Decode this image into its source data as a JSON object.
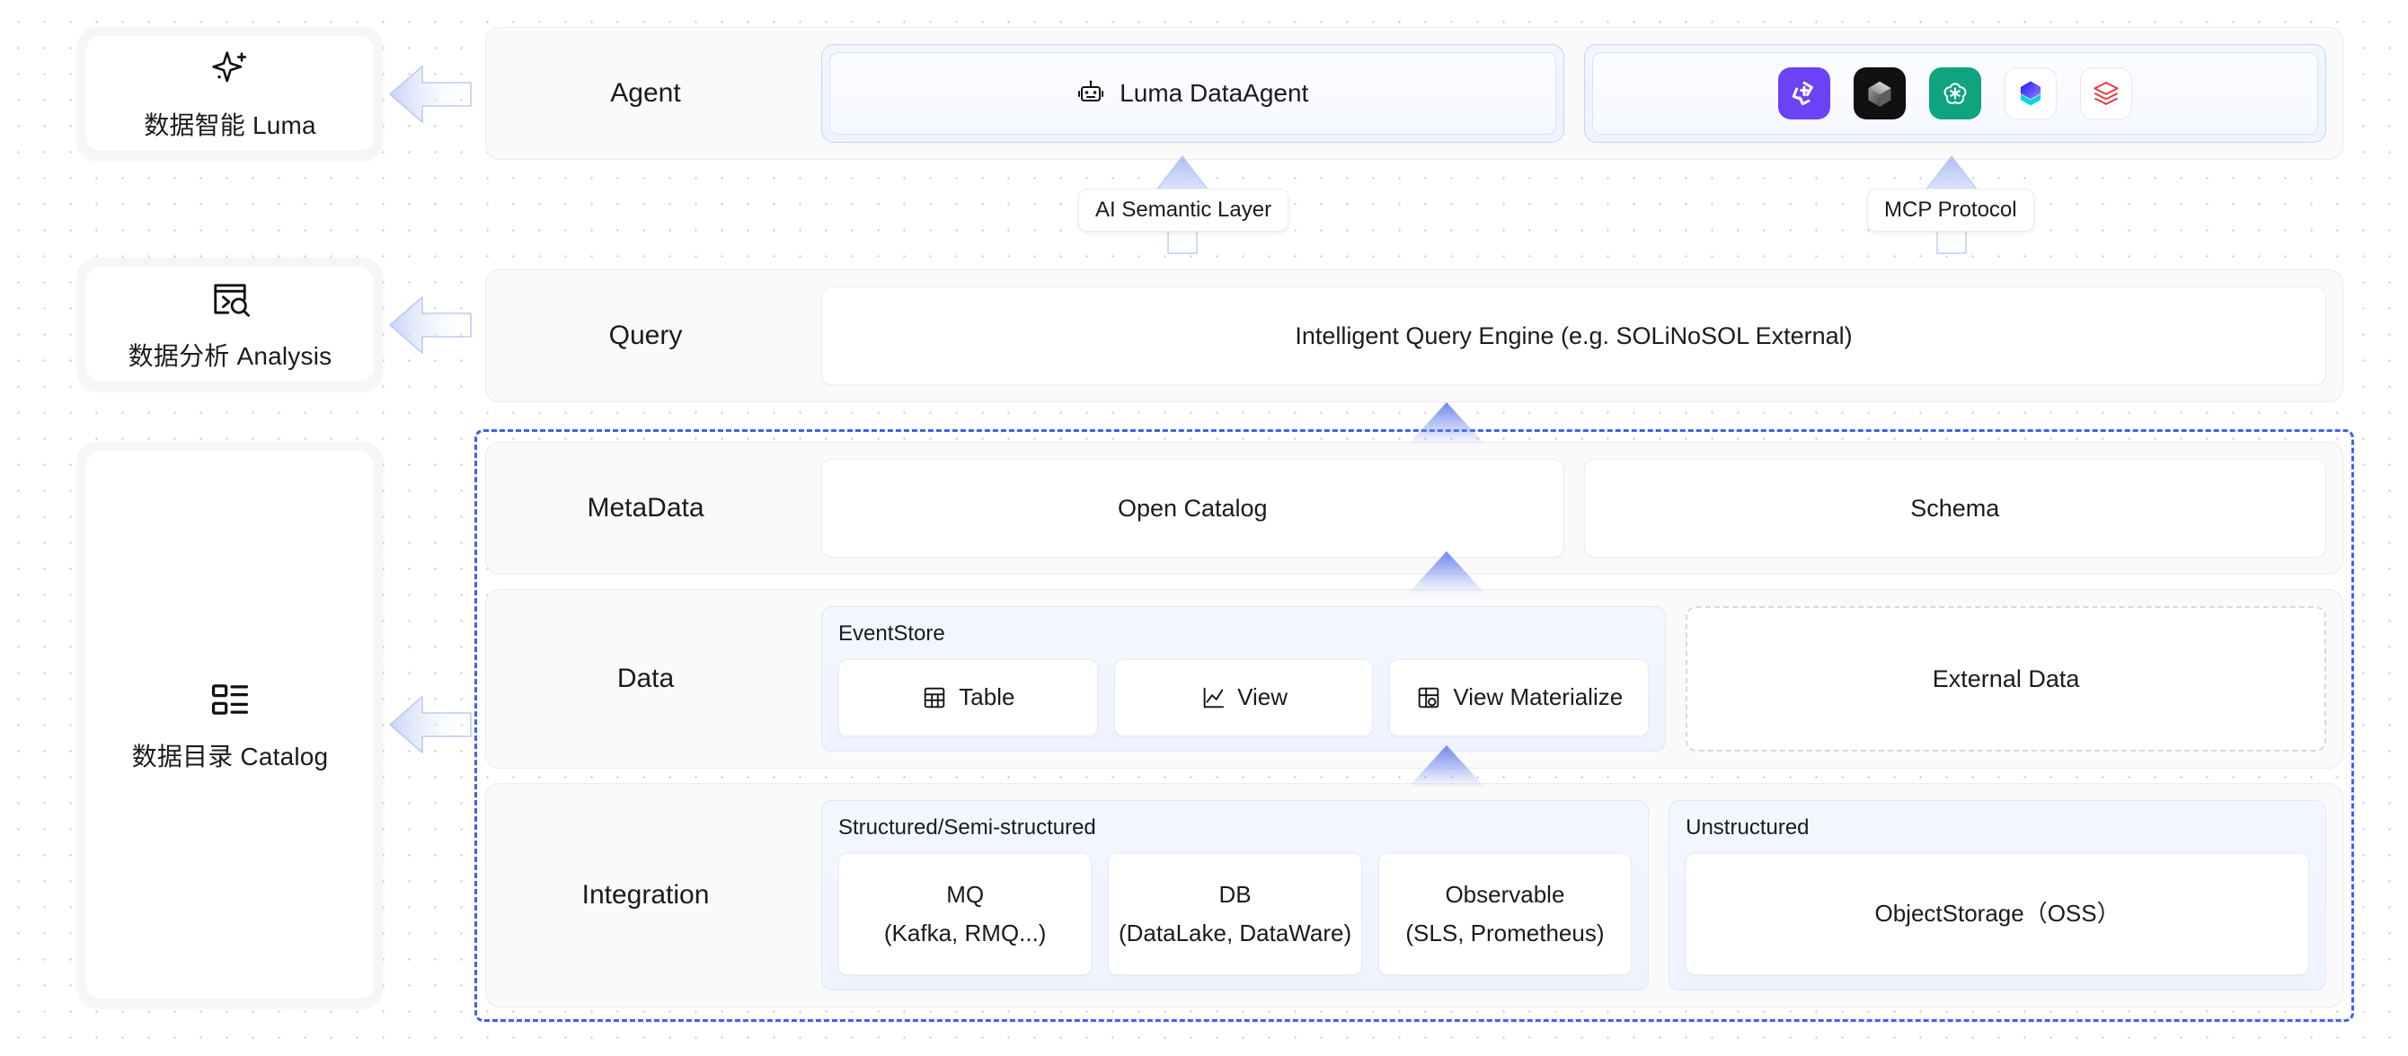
{
  "sidebar": {
    "cards": [
      {
        "label": "数据智能 Luma",
        "icon": "sparkle-icon"
      },
      {
        "label": "数据分析 Analysis",
        "icon": "terminal-search-icon"
      },
      {
        "label": "数据目录 Catalog",
        "icon": "list-layout-icon"
      }
    ]
  },
  "rows": {
    "agent": {
      "label": "Agent",
      "primary": {
        "label": "Luma DataAgent",
        "icon": "robot-icon"
      },
      "logos": [
        {
          "name": "dify-logo",
          "color": "#6b42f5"
        },
        {
          "name": "cursor-logo",
          "color": "#111111"
        },
        {
          "name": "openai-logo",
          "color": "#10a37f"
        },
        {
          "name": "hex-gradient-logo",
          "color": "#7a5cff"
        },
        {
          "name": "databricks-logo",
          "color": "#e8333a"
        }
      ]
    },
    "query": {
      "label": "Query",
      "engine": "Intelligent Query Engine (e.g. SOLiNoSOL External)"
    },
    "metadata": {
      "label": "MetaData",
      "items": [
        "Open Catalog",
        "Schema"
      ]
    },
    "data": {
      "label": "Data",
      "group_title": "EventStore",
      "items": [
        {
          "label": "Table",
          "icon": "table-icon"
        },
        {
          "label": "View",
          "icon": "chart-view-icon"
        },
        {
          "label": "View Materialize",
          "icon": "materialized-view-icon"
        }
      ],
      "external": "External Data"
    },
    "integration": {
      "label": "Integration",
      "structured_title": "Structured/Semi-structured",
      "structured_items": [
        {
          "line1": "MQ",
          "line2": "(Kafka, RMQ...)"
        },
        {
          "line1": "DB",
          "line2": "(DataLake, DataWare)"
        },
        {
          "line1": "Observable",
          "line2": "(SLS, Prometheus)"
        }
      ],
      "unstructured_title": "Unstructured",
      "unstructured_items": [
        {
          "line1": "ObjectStorage（OSS）",
          "line2": ""
        }
      ]
    }
  },
  "connectors": {
    "semantic_layer": "AI Semantic Layer",
    "mcp_protocol": "MCP Protocol"
  },
  "colors": {
    "accent_blue": "#3b63e8",
    "arrow_fill": "#c5d3f7",
    "panel_bg": "#fafafb",
    "card_bg": "#f5f6f8"
  }
}
